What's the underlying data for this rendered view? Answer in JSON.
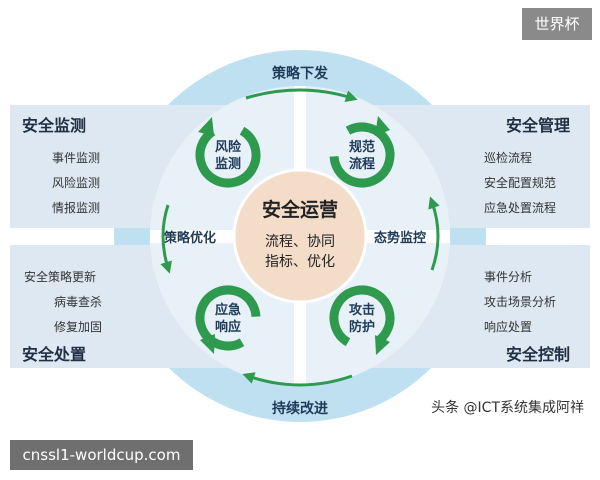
{
  "watermark": {
    "tag": "世界杯",
    "url": "cnssl1-worldcup.com",
    "credit": "头条 @ICT系统集成阿祥"
  },
  "diagram": {
    "center_title": "安全运营",
    "center_line1": "流程、协同",
    "center_line2": "指标、优化",
    "ring_top": "策略下发",
    "ring_bottom": "持续改进",
    "ring_left": "策略优化",
    "ring_right": "态势监控",
    "cycles": {
      "top_left": [
        "风险",
        "监测"
      ],
      "top_right": [
        "规范",
        "流程"
      ],
      "bottom_left": [
        "应急",
        "响应"
      ],
      "bottom_right": [
        "攻击",
        "防护"
      ]
    },
    "panels": {
      "top_left": {
        "title": "安全监测",
        "items": [
          "事件监测",
          "风险监测",
          "情报监测"
        ]
      },
      "top_right": {
        "title": "安全管理",
        "items": [
          "巡检流程",
          "安全配置规范",
          "应急处置流程"
        ]
      },
      "bottom_left": {
        "title": "安全处置",
        "items": [
          "安全策略更新",
          "病毒查杀",
          "修复加固"
        ]
      },
      "bottom_right": {
        "title": "安全控制",
        "items": [
          "事件分析",
          "攻击场景分析",
          "响应处置"
        ]
      }
    },
    "colors": {
      "ring": "#bfe0f1",
      "panel": "#dde8f2",
      "arrow": "#2e9a4e",
      "inner": "#e8f1f8",
      "center": "#f3dcc8"
    }
  }
}
